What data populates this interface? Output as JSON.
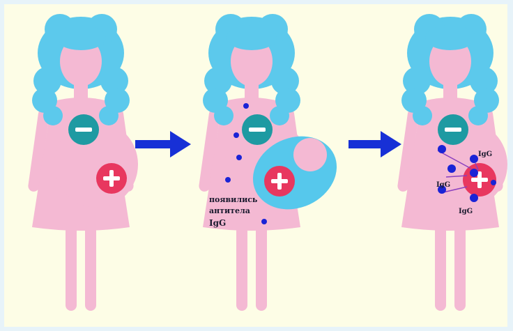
{
  "diagram": {
    "figures": [
      {
        "mother_rh": "−",
        "fetus_rh": "+"
      },
      {
        "mother_rh": "−",
        "fetus_rh": "+",
        "note_lines": [
          "появились",
          "антитела",
          "IgG"
        ]
      },
      {
        "mother_rh": "−",
        "fetus_rh": "+",
        "antibody_labels": [
          "IgG",
          "IgG",
          "IgG"
        ]
      }
    ],
    "arrows": [
      "arrow-1-to-2",
      "arrow-2-to-3"
    ],
    "colors": {
      "background": "#fdfde6",
      "body": "#f4b9d3",
      "hair": "#5cc9ec",
      "negative_circle": "#1e9aa2",
      "positive_circle": "#e8375f",
      "arrow": "#1730d6",
      "antibody": "#1a23d6",
      "placenta": "#56c8ec"
    }
  }
}
